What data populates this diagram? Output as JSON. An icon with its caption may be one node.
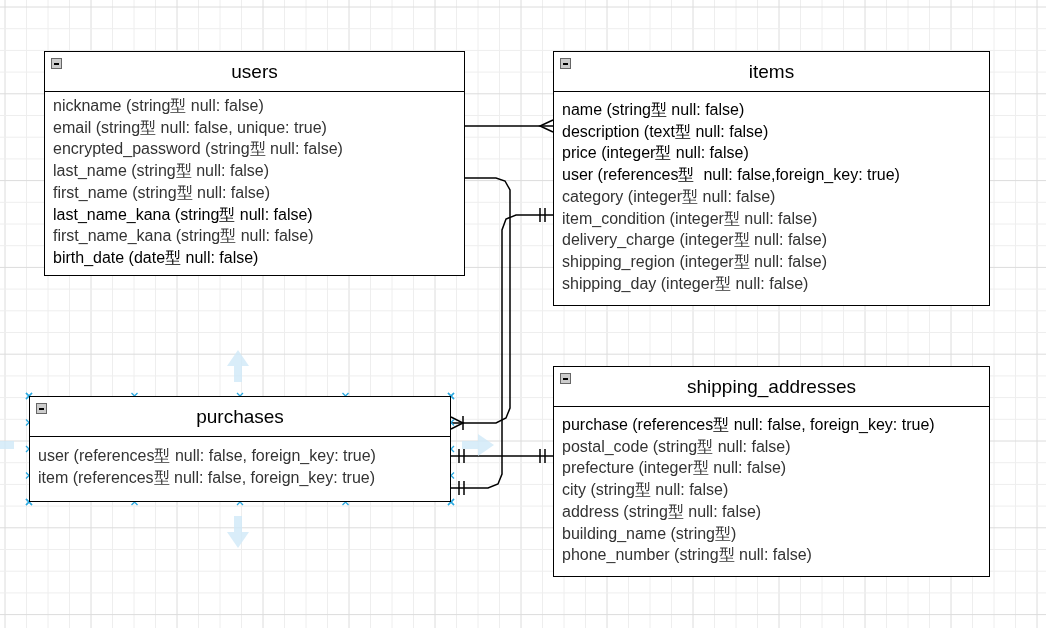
{
  "diagram": {
    "nodes": [
      {
        "text": [
          "users",
          "nickname (string型 null: false)",
          "email (string型 null: false, unique: true)",
          "encrypted_password (string型 null: false)",
          "last_name (string型 null: false)",
          "first_name (string型 null: false)",
          "last_name_kana (string型 null: false)",
          "first_name_kana (string型 null: false)",
          "birth_date (date型 null: false)"
        ]
      },
      {
        "text": [
          "items",
          "name (string型 null: false)",
          "description (text型 null: false)",
          "price (integer型 null: false)",
          "user (references型  null: false,foreign_key: true)",
          "category (integer型 null: false)",
          "item_condition (integer型 null: false)",
          "delivery_charge (integer型 null: false)",
          "shipping_region (integer型 null: false)",
          "shipping_day (integer型 null: false)"
        ]
      },
      {
        "text": [
          "purchases",
          "user (references型 null: false, foreign_key: true)",
          "item (references型 null: false, foreign_key: true)"
        ]
      },
      {
        "text": [
          "shipping_addresses",
          "purchase (references型 null: false, foreign_key: true)",
          "postal_code (string型 null: false)",
          "prefecture (integer型 null: false)",
          "city (string型 null: false)",
          "address (string型 null: false)",
          "building_name (string型)",
          "phone_number (string型 null: false)"
        ]
      }
    ],
    "edges": [
      {
        "from": 0,
        "to": 1,
        "arrow": "other"
      },
      {
        "from": 0,
        "to": 2,
        "arrow": "other"
      },
      {
        "from": 1,
        "to": 2,
        "arrow": "other"
      },
      {
        "from": 2,
        "to": 3,
        "arrow": "other"
      }
    ]
  }
}
